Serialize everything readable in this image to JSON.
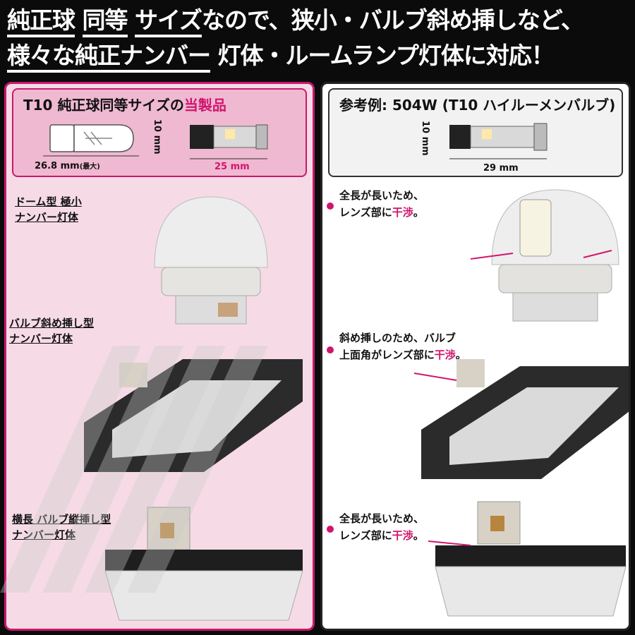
{
  "banner": {
    "line1_a": "純正球",
    "line1_b": "同等",
    "line1_c": "サイズ",
    "line1_d": "なので、狭小・バルブ斜め挿しなど、",
    "line2_a": "様々な純正ナンバー",
    "line2_b": "灯体・ルームランプ灯体に対応！"
  },
  "left": {
    "title_a": "T10 純正球同等サイズの",
    "title_b": "当製品",
    "dim_height": "10 mm",
    "dim_width_orig_num": "26.8 mm",
    "dim_width_orig_note": "(最大)",
    "dim_width_product": "25 mm",
    "captions": [
      {
        "line1": "ドーム型 極小",
        "line2": "ナンバー灯体"
      },
      {
        "line1": "バルブ斜め挿し型",
        "line2": "ナンバー灯体"
      },
      {
        "line1": "横長 バルブ縦挿し型",
        "line2": "ナンバー灯体"
      }
    ]
  },
  "right": {
    "title": "参考例: 504W (T10 ハイルーメンバルブ)",
    "dim_height": "10 mm",
    "dim_width": "29 mm",
    "notes": [
      {
        "line1": "全長が長いため、",
        "line2_a": "レンズ部に",
        "line2_b": "干渉",
        "line2_c": "。"
      },
      {
        "line1": "斜め挿しのため、バルブ",
        "line2_a": "上面角がレンズ部に",
        "line2_b": "干渉",
        "line2_c": "。"
      },
      {
        "line1": "全長が長いため、",
        "line2_a": "レンズ部に",
        "line2_b": "干渉",
        "line2_c": "。"
      }
    ]
  },
  "colors": {
    "accent": "#d0156e",
    "panel_left": "#f6dbe6",
    "banner": "#0b0b0b"
  }
}
